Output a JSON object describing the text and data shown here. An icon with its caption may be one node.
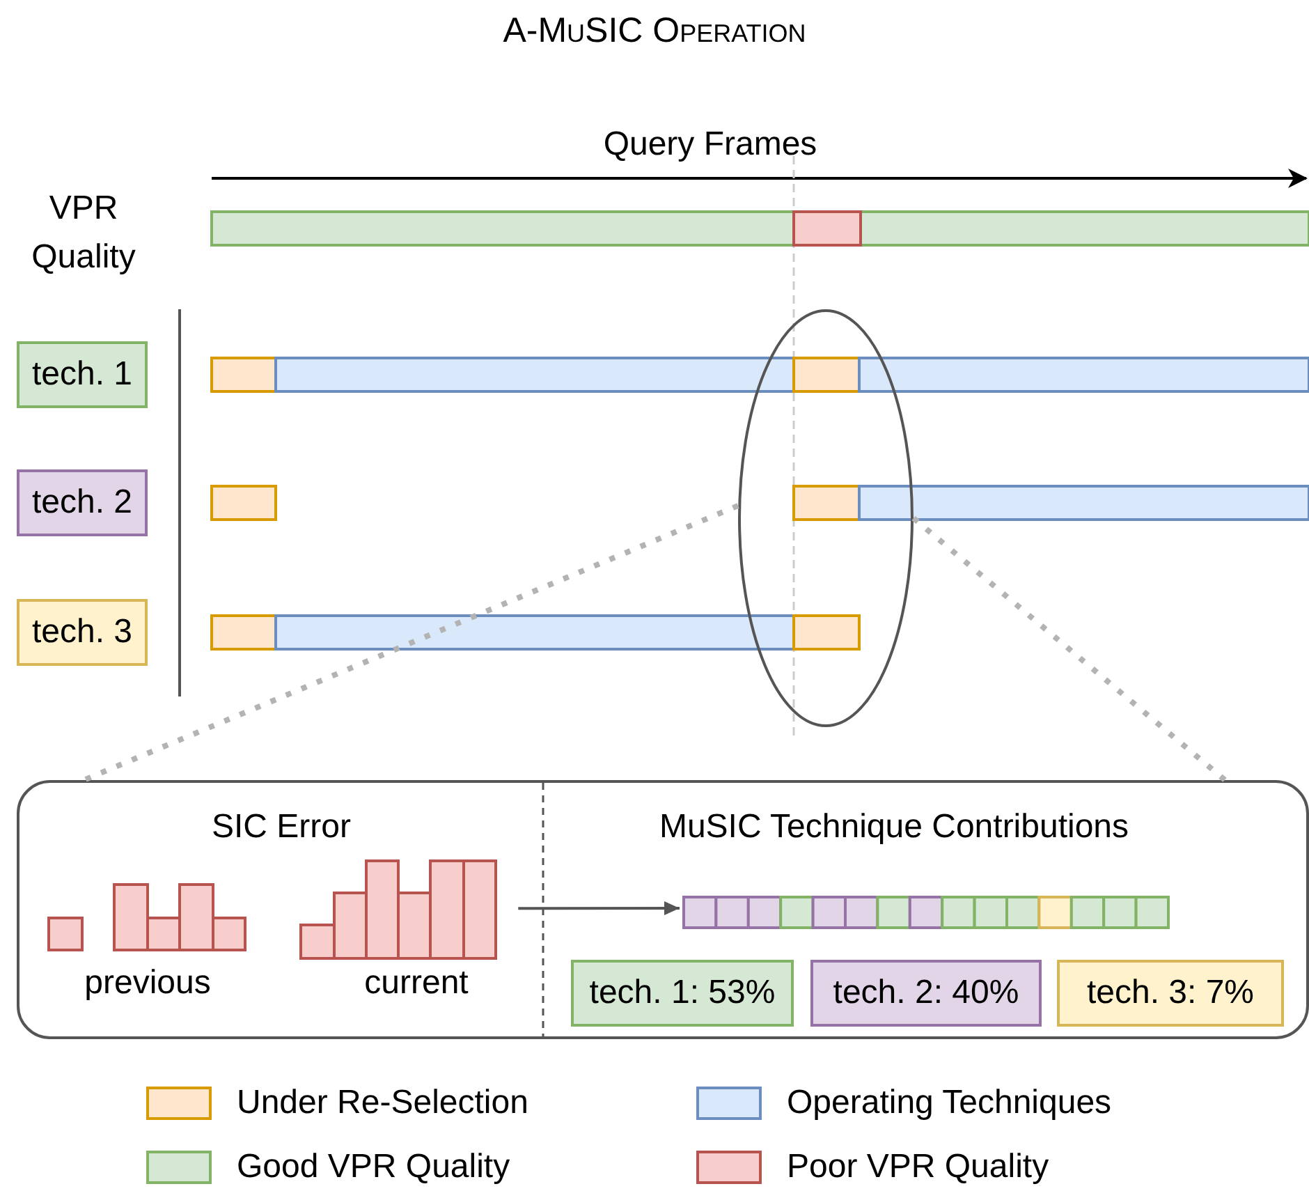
{
  "diagram": {
    "title": "A-MuSIC Operation",
    "nodes": [
      {
        "text": [
          "tech. 1"
        ]
      },
      {
        "text": [
          "tech. 2"
        ]
      },
      {
        "text": [
          "tech. 3"
        ]
      },
      {
        "text": [],
        "shape": "ellipse"
      },
      {
        "text": [],
        "shape": "box"
      },
      {
        "text": [
          "SIC Error",
          "previous",
          "current"
        ],
        "in": 4
      },
      {
        "text": [
          "MuSIC Technique Contributions"
        ],
        "in": 4
      },
      {
        "text": [],
        "shape": "bar",
        "in": 6
      },
      {
        "text": [
          "tech. 1: 53%"
        ],
        "in": 6
      },
      {
        "text": [
          "tech. 2: 40%"
        ],
        "in": 6
      },
      {
        "text": [
          "tech. 3: 7%"
        ],
        "in": 6
      }
    ],
    "edges": [
      {
        "from": 3,
        "to": 4,
        "arrow": "none",
        "style": "dashed",
        "color": "#b3b3b3"
      },
      {
        "from": 3,
        "to": 4,
        "arrow": "none",
        "style": "dashed",
        "color": "#b3b3b3"
      },
      {
        "from": 5,
        "to": 7,
        "arrow": "to",
        "color": "#555555"
      }
    ],
    "labels": [
      "Query Frames",
      "VPR Quality"
    ],
    "legend": [
      {
        "text": "Under Re-Selection",
        "color": "#ffe6cc"
      },
      {
        "text": "Operating Techniques",
        "color": "#dae8fc"
      },
      {
        "text": "Good VPR Quality",
        "color": "#d5e8d4"
      },
      {
        "text": "Poor VPR Quality",
        "color": "#f8cecc"
      }
    ]
  }
}
